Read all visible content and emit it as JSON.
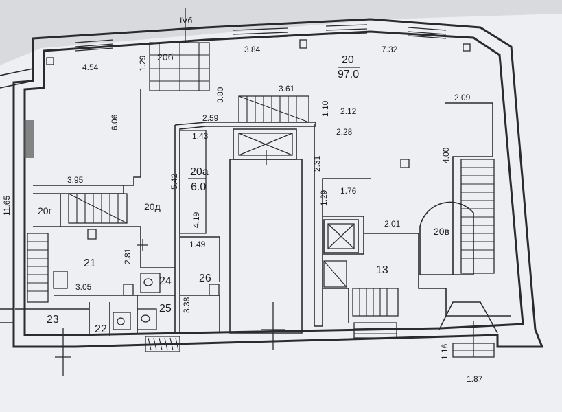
{
  "section_mark": "IVб",
  "rooms": {
    "r20": "20",
    "r20_area": "97.0",
    "r20a": "20а",
    "r20a_area": "6.0",
    "r20b": "20б",
    "r20v": "20в",
    "r20g": "20г",
    "r20d": "20д",
    "r21": "21",
    "r22": "22",
    "r23": "23",
    "r24": "24",
    "r25": "25",
    "r26": "26",
    "r13": "13"
  },
  "dims": {
    "d454": "4.54",
    "d129a": "1.29",
    "d384": "3.84",
    "d732": "7.32",
    "d380": "3.80",
    "d361": "3.61",
    "d110": "1.10",
    "d212": "2.12",
    "d228": "2.28",
    "d209": "2.09",
    "d606": "6.06",
    "d259": "2.59",
    "d143": "1.43",
    "d542": "5.42",
    "d419": "4.19",
    "d231": "2.31",
    "d400": "4.00",
    "d129b": "1.29",
    "d176": "1.76",
    "d201": "2.01",
    "d395": "3.95",
    "d1165": "11.65",
    "d281": "2.81",
    "d149": "1.49",
    "d305": "3.05",
    "d338": "3.38",
    "d116": "1.16",
    "d187": "1.87"
  }
}
